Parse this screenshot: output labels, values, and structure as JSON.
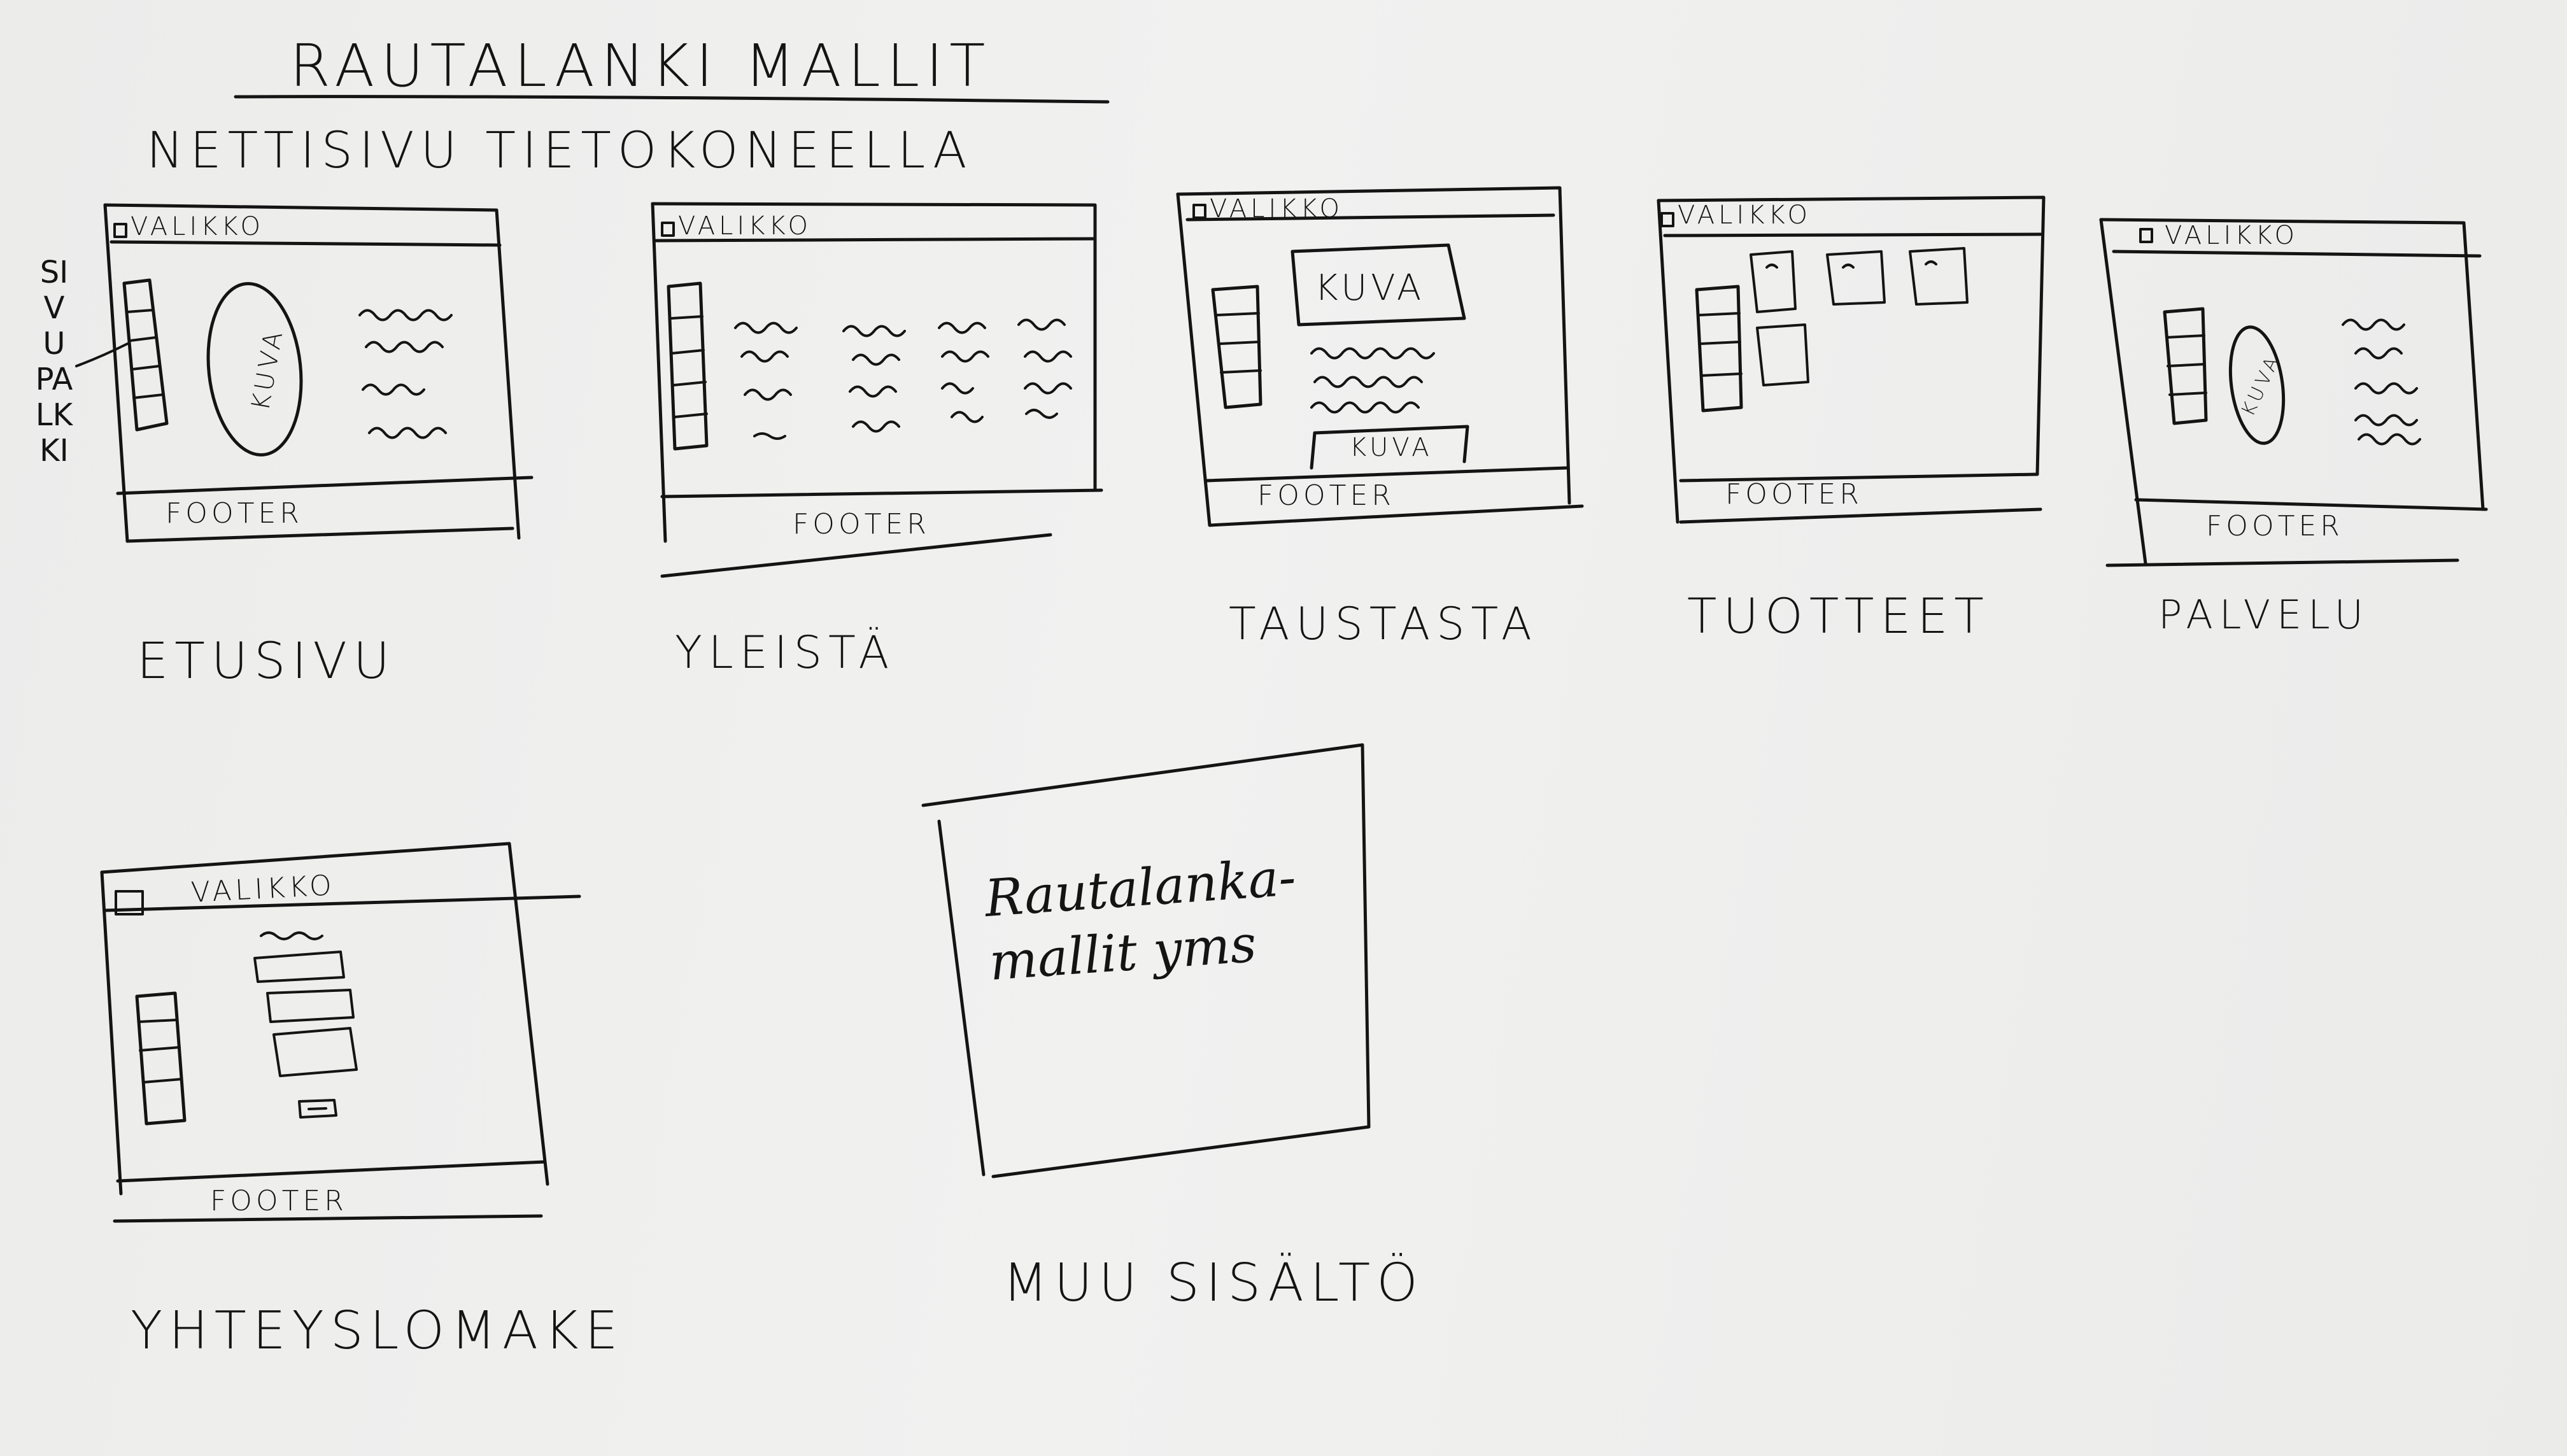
{
  "heading": {
    "title": "RAUTALANKI MALLIT",
    "subtitle": "NETTISIVU TIETOKONEELLA"
  },
  "side_label": "SIVUPALKKI",
  "sketch_labels": {
    "menu": "VALIKKO",
    "footer": "FOOTER",
    "image": "KUVA"
  },
  "pages": [
    {
      "name": "ETUSIVU"
    },
    {
      "name": "YLEISTÄ"
    },
    {
      "name": "TAUSTASTA"
    },
    {
      "name": "TUOTTEET"
    },
    {
      "name": "PALVELU"
    },
    {
      "name": "YHTEYSLOMAKE"
    },
    {
      "name": "MUU SISÄLTÖ"
    }
  ],
  "other_content_note": "Rautalanka-\nmallit yms",
  "colors": {
    "ink": "#141414",
    "paper": "#efefee"
  }
}
